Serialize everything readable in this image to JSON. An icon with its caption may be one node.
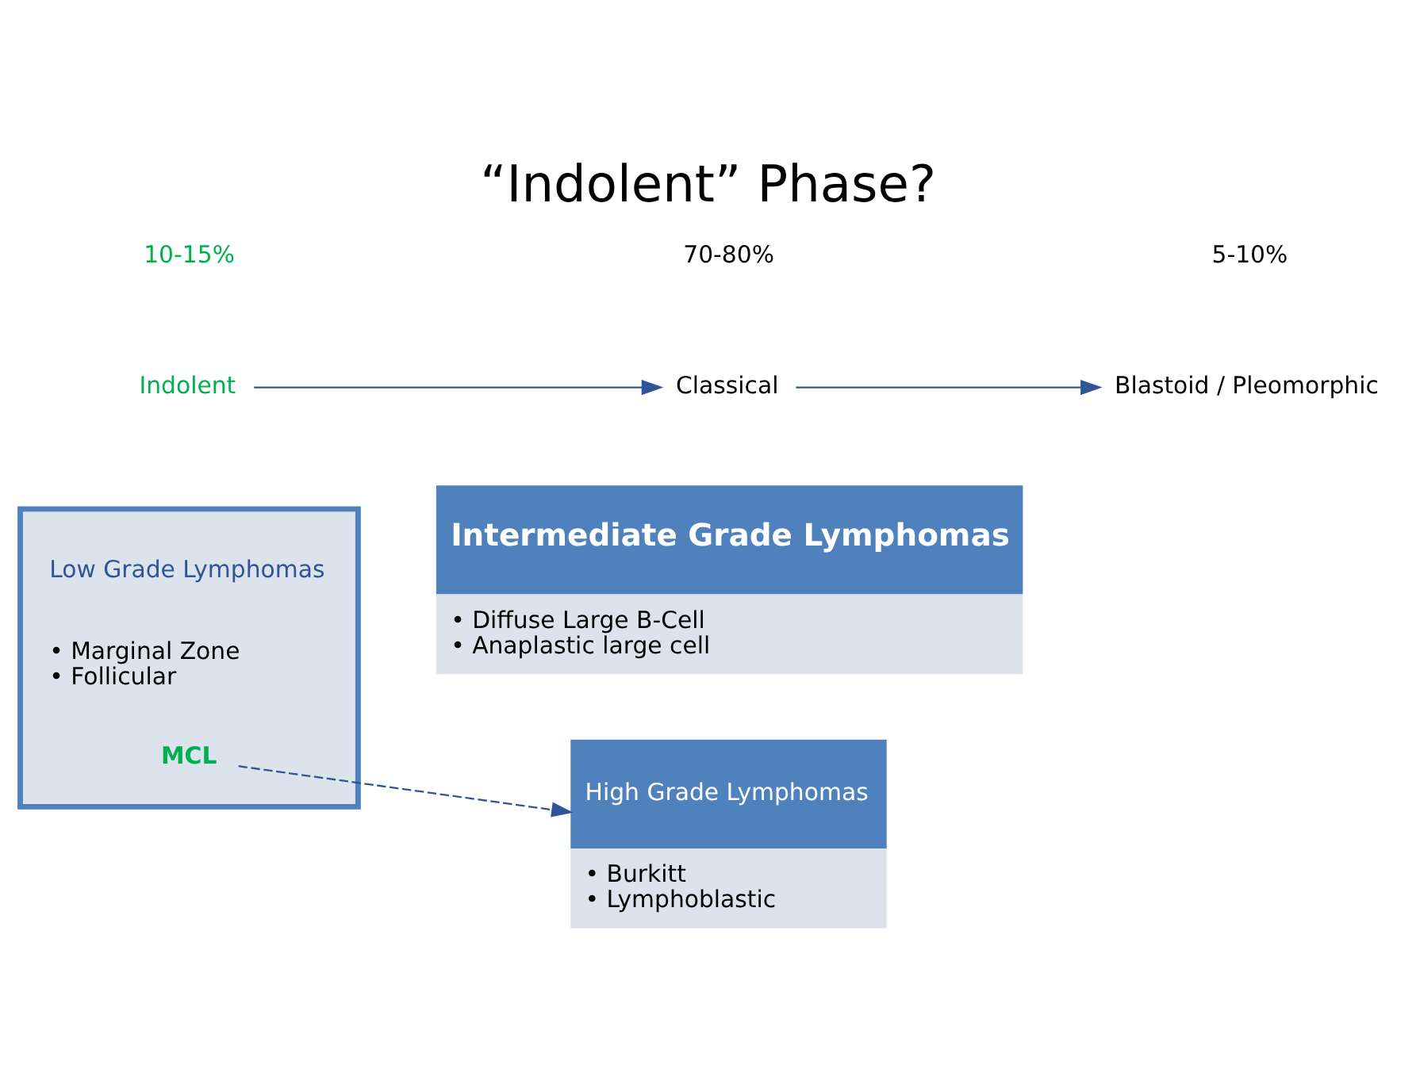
{
  "diagram": {
    "title": "“Indolent” Phase?",
    "nodes": [
      {
        "text": [
          "Low Grade Lymphomas",
          "• Marginal Zone",
          "• Follicular"
        ]
      },
      {
        "text": [
          "MCL"
        ],
        "in": 0
      },
      {
        "text": [
          "Intermediate Grade Lymphomas",
          "• Diffuse Large B-Cell",
          "• Anaplastic large cell"
        ]
      },
      {
        "text": [
          "High Grade Lymphomas",
          "• Burkitt",
          "• Lymphoblastic"
        ]
      },
      {
        "text": [
          "Indolent"
        ]
      },
      {
        "text": [
          "Classical"
        ]
      },
      {
        "text": [
          "Blastoid / Pleomorphic"
        ]
      }
    ],
    "edges": [
      {
        "from": 1,
        "to": 3,
        "arrow": "to",
        "style": "dashed"
      },
      {
        "from": 4,
        "to": 5,
        "arrow": "to"
      },
      {
        "from": 5,
        "to": 6,
        "arrow": "to"
      }
    ],
    "labels": [
      "10-15%",
      "70-80%",
      "5-10%"
    ]
  }
}
